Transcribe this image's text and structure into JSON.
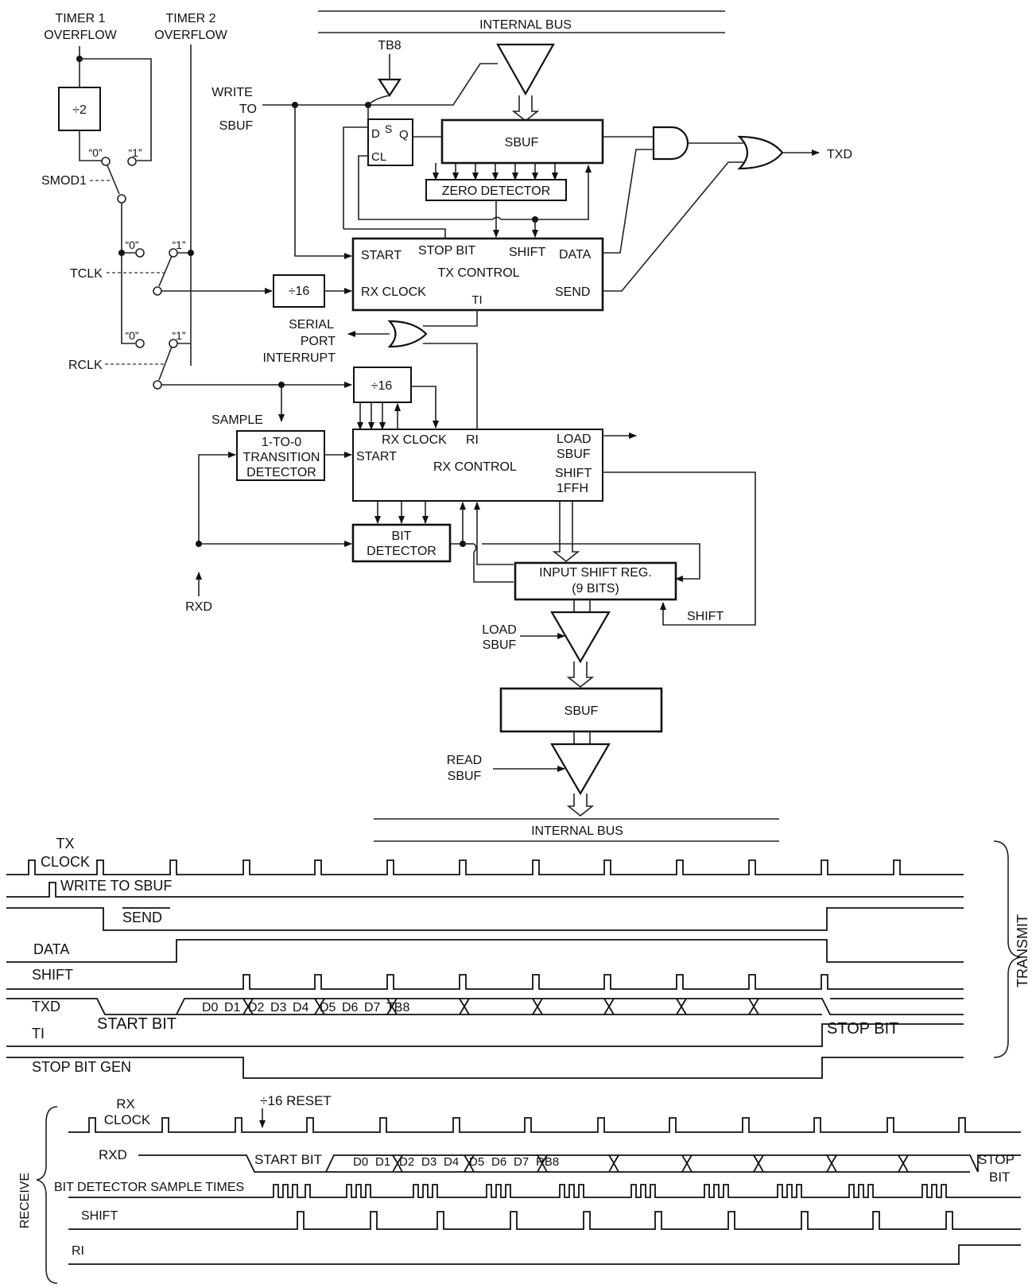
{
  "block": {
    "internal_bus_top": "INTERNAL BUS",
    "internal_bus_bottom": "INTERNAL BUS",
    "timer1_overflow": [
      "TIMER 1",
      "OVERFLOW"
    ],
    "timer2_overflow": [
      "TIMER 2",
      "OVERFLOW"
    ],
    "div2": "÷2",
    "div16_tx": "÷16",
    "div16_rx": "÷16",
    "sw_zero": "“0”",
    "sw_one": "“1”",
    "smod1": "SMOD1",
    "tclk": "TCLK",
    "rclk": "RCLK",
    "write_to_sbuf": [
      "WRITE",
      "TO",
      "SBUF"
    ],
    "tb8": "TB8",
    "ff_d": "D",
    "ff_s": "S",
    "ff_q": "Q",
    "ff_cl": "CL",
    "sbuf_tx": "SBUF",
    "zero_detector": "ZERO DETECTOR",
    "txd": "TXD",
    "tx_start": "START",
    "tx_stop_bit": "STOP BIT",
    "tx_shift": "SHIFT",
    "tx_data": "DATA",
    "tx_control": "TX CONTROL",
    "tx_rx_clock": "RX CLOCK",
    "tx_send": "SEND",
    "tx_ti": "TI",
    "serial_port_interrupt": [
      "SERIAL",
      "PORT",
      "INTERRUPT"
    ],
    "sample": "SAMPLE",
    "transition_detector": [
      "1-TO-0",
      "TRANSITION",
      "DETECTOR"
    ],
    "rx_start": "START",
    "rx_clock": "RX CLOCK",
    "rx_ri": "RI",
    "rx_control": "RX CONTROL",
    "rx_load_sbuf": [
      "LOAD",
      "SBUF"
    ],
    "rx_shift_1ffh": [
      "SHIFT",
      "1FFH"
    ],
    "bit_detector": [
      "BIT",
      "DETECTOR"
    ],
    "input_shift_reg": [
      "INPUT SHIFT REG.",
      "(9 BITS)"
    ],
    "shift": "SHIFT",
    "rxd": "RXD",
    "load_sbuf": [
      "LOAD",
      "SBUF"
    ],
    "sbuf_rx": "SBUF",
    "read_sbuf": [
      "READ",
      "SBUF"
    ]
  },
  "timing": {
    "transmit": "TRANSMIT",
    "receive": "RECEIVE",
    "tx_clock": [
      "TX",
      "CLOCK"
    ],
    "write_to_sbuf": "WRITE TO SBUF",
    "send": "SEND",
    "data": "DATA",
    "shift": "SHIFT",
    "txd": "TXD",
    "start_bit": "START BIT",
    "tx_bits": [
      "D0",
      "D1",
      "D2",
      "D3",
      "D4",
      "D5",
      "D6",
      "D7",
      "TB8"
    ],
    "stop_bit": "STOP BIT",
    "ti": "TI",
    "stop_bit_gen": "STOP BIT GEN",
    "rx_clock": [
      "RX",
      "CLOCK"
    ],
    "div16_reset": "÷16 RESET",
    "rxd": "RXD",
    "rx_start_bit": "START BIT",
    "rx_bits": [
      "D0",
      "D1",
      "D2",
      "D3",
      "D4",
      "D5",
      "D6",
      "D7",
      "RB8"
    ],
    "rx_stop_bit": [
      "STOP",
      "BIT"
    ],
    "bit_detector_sample_times": "BIT DETECTOR SAMPLE TIMES",
    "rx_shift": "SHIFT",
    "ri": "RI"
  }
}
